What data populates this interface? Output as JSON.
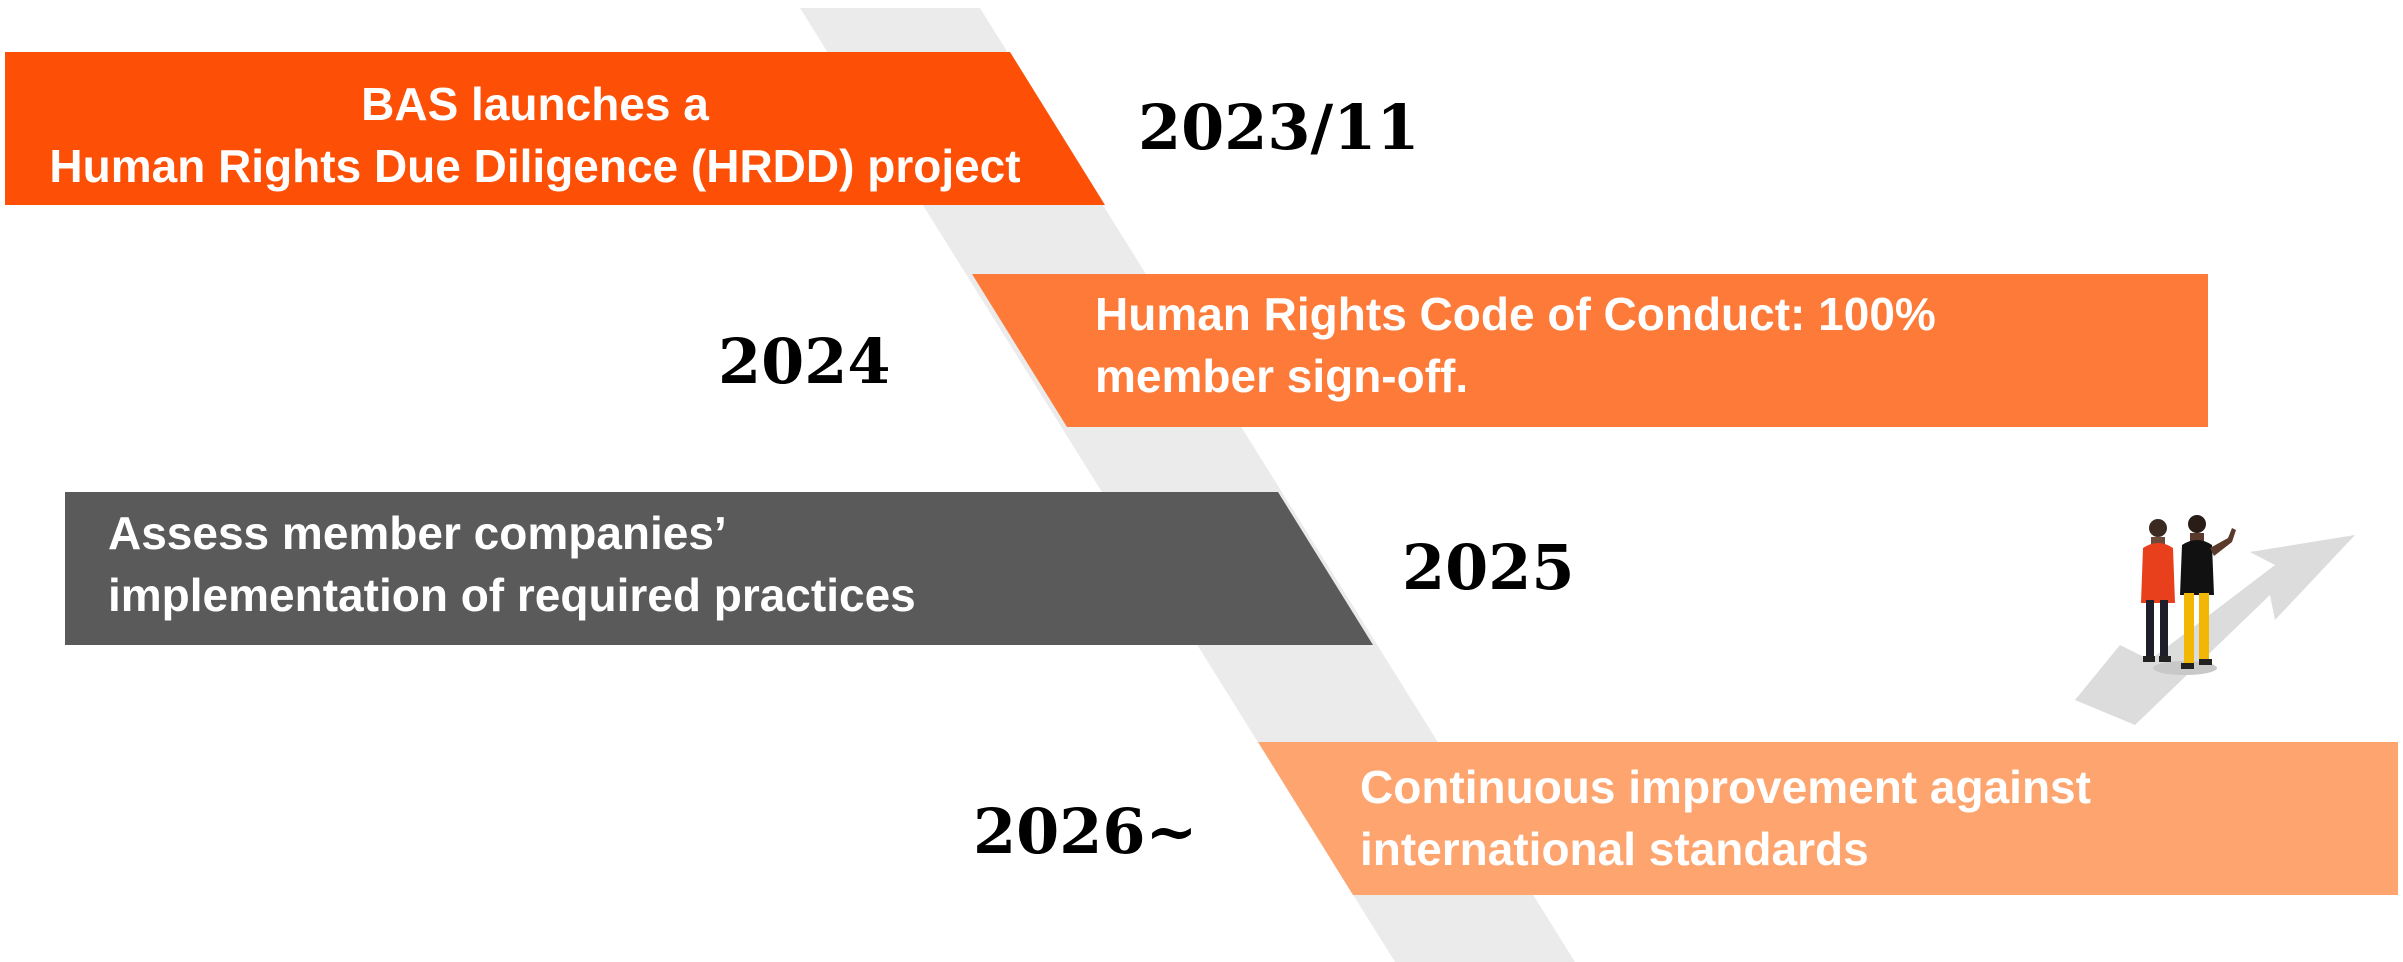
{
  "colors": {
    "path": "#ebebeb",
    "band_1": "#fd5006",
    "band_2": "#fd7a39",
    "band_3": "#5a5a5a",
    "band_4": "#fda46f",
    "text_on_band": "#ffffff",
    "year_text": "#000000"
  },
  "milestones": [
    {
      "year": "2023/11",
      "lines": [
        "BAS launches a",
        "Human Rights Due Diligence (HRDD) project"
      ]
    },
    {
      "year": "2024",
      "lines": [
        "Human Rights Code of Conduct: 100%",
        "member sign-off."
      ]
    },
    {
      "year": "2025",
      "lines": [
        "Assess member companies’",
        "implementation of required practices"
      ]
    },
    {
      "year": "2026~",
      "lines": [
        "Continuous improvement against",
        "international standards"
      ]
    }
  ],
  "illustration": {
    "icon": "people-looking-forward-arrow-icon"
  }
}
